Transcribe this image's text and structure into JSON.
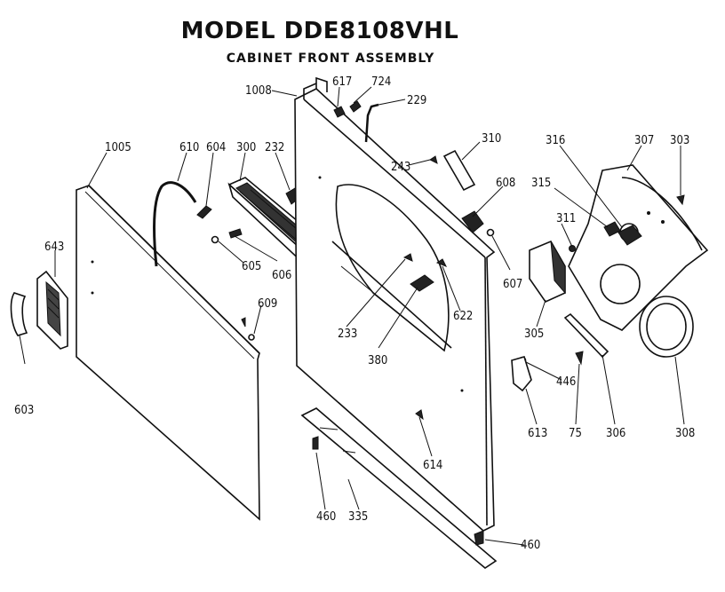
{
  "title": "MODEL DDE8108VHL",
  "subtitle": "CABINET FRONT ASSEMBLY",
  "part_labels": {
    "p1008": "1008",
    "p617": "617",
    "p724": "724",
    "p229": "229",
    "p1005": "1005",
    "p610": "610",
    "p604": "604",
    "p300": "300",
    "p232": "232",
    "p643": "643",
    "p603": "603",
    "p605": "605",
    "p606": "606",
    "p609": "609",
    "p243": "243",
    "p310": "310",
    "p608": "608",
    "p607": "607",
    "p622": "622",
    "p233": "233",
    "p380": "380",
    "p614": "614",
    "p460a": "460",
    "p335": "335",
    "p460b": "460",
    "p316": "316",
    "p307": "307",
    "p303": "303",
    "p315": "315",
    "p311": "311",
    "p305": "305",
    "p446": "446",
    "p613": "613",
    "p75": "75",
    "p306": "306",
    "p308": "308"
  }
}
